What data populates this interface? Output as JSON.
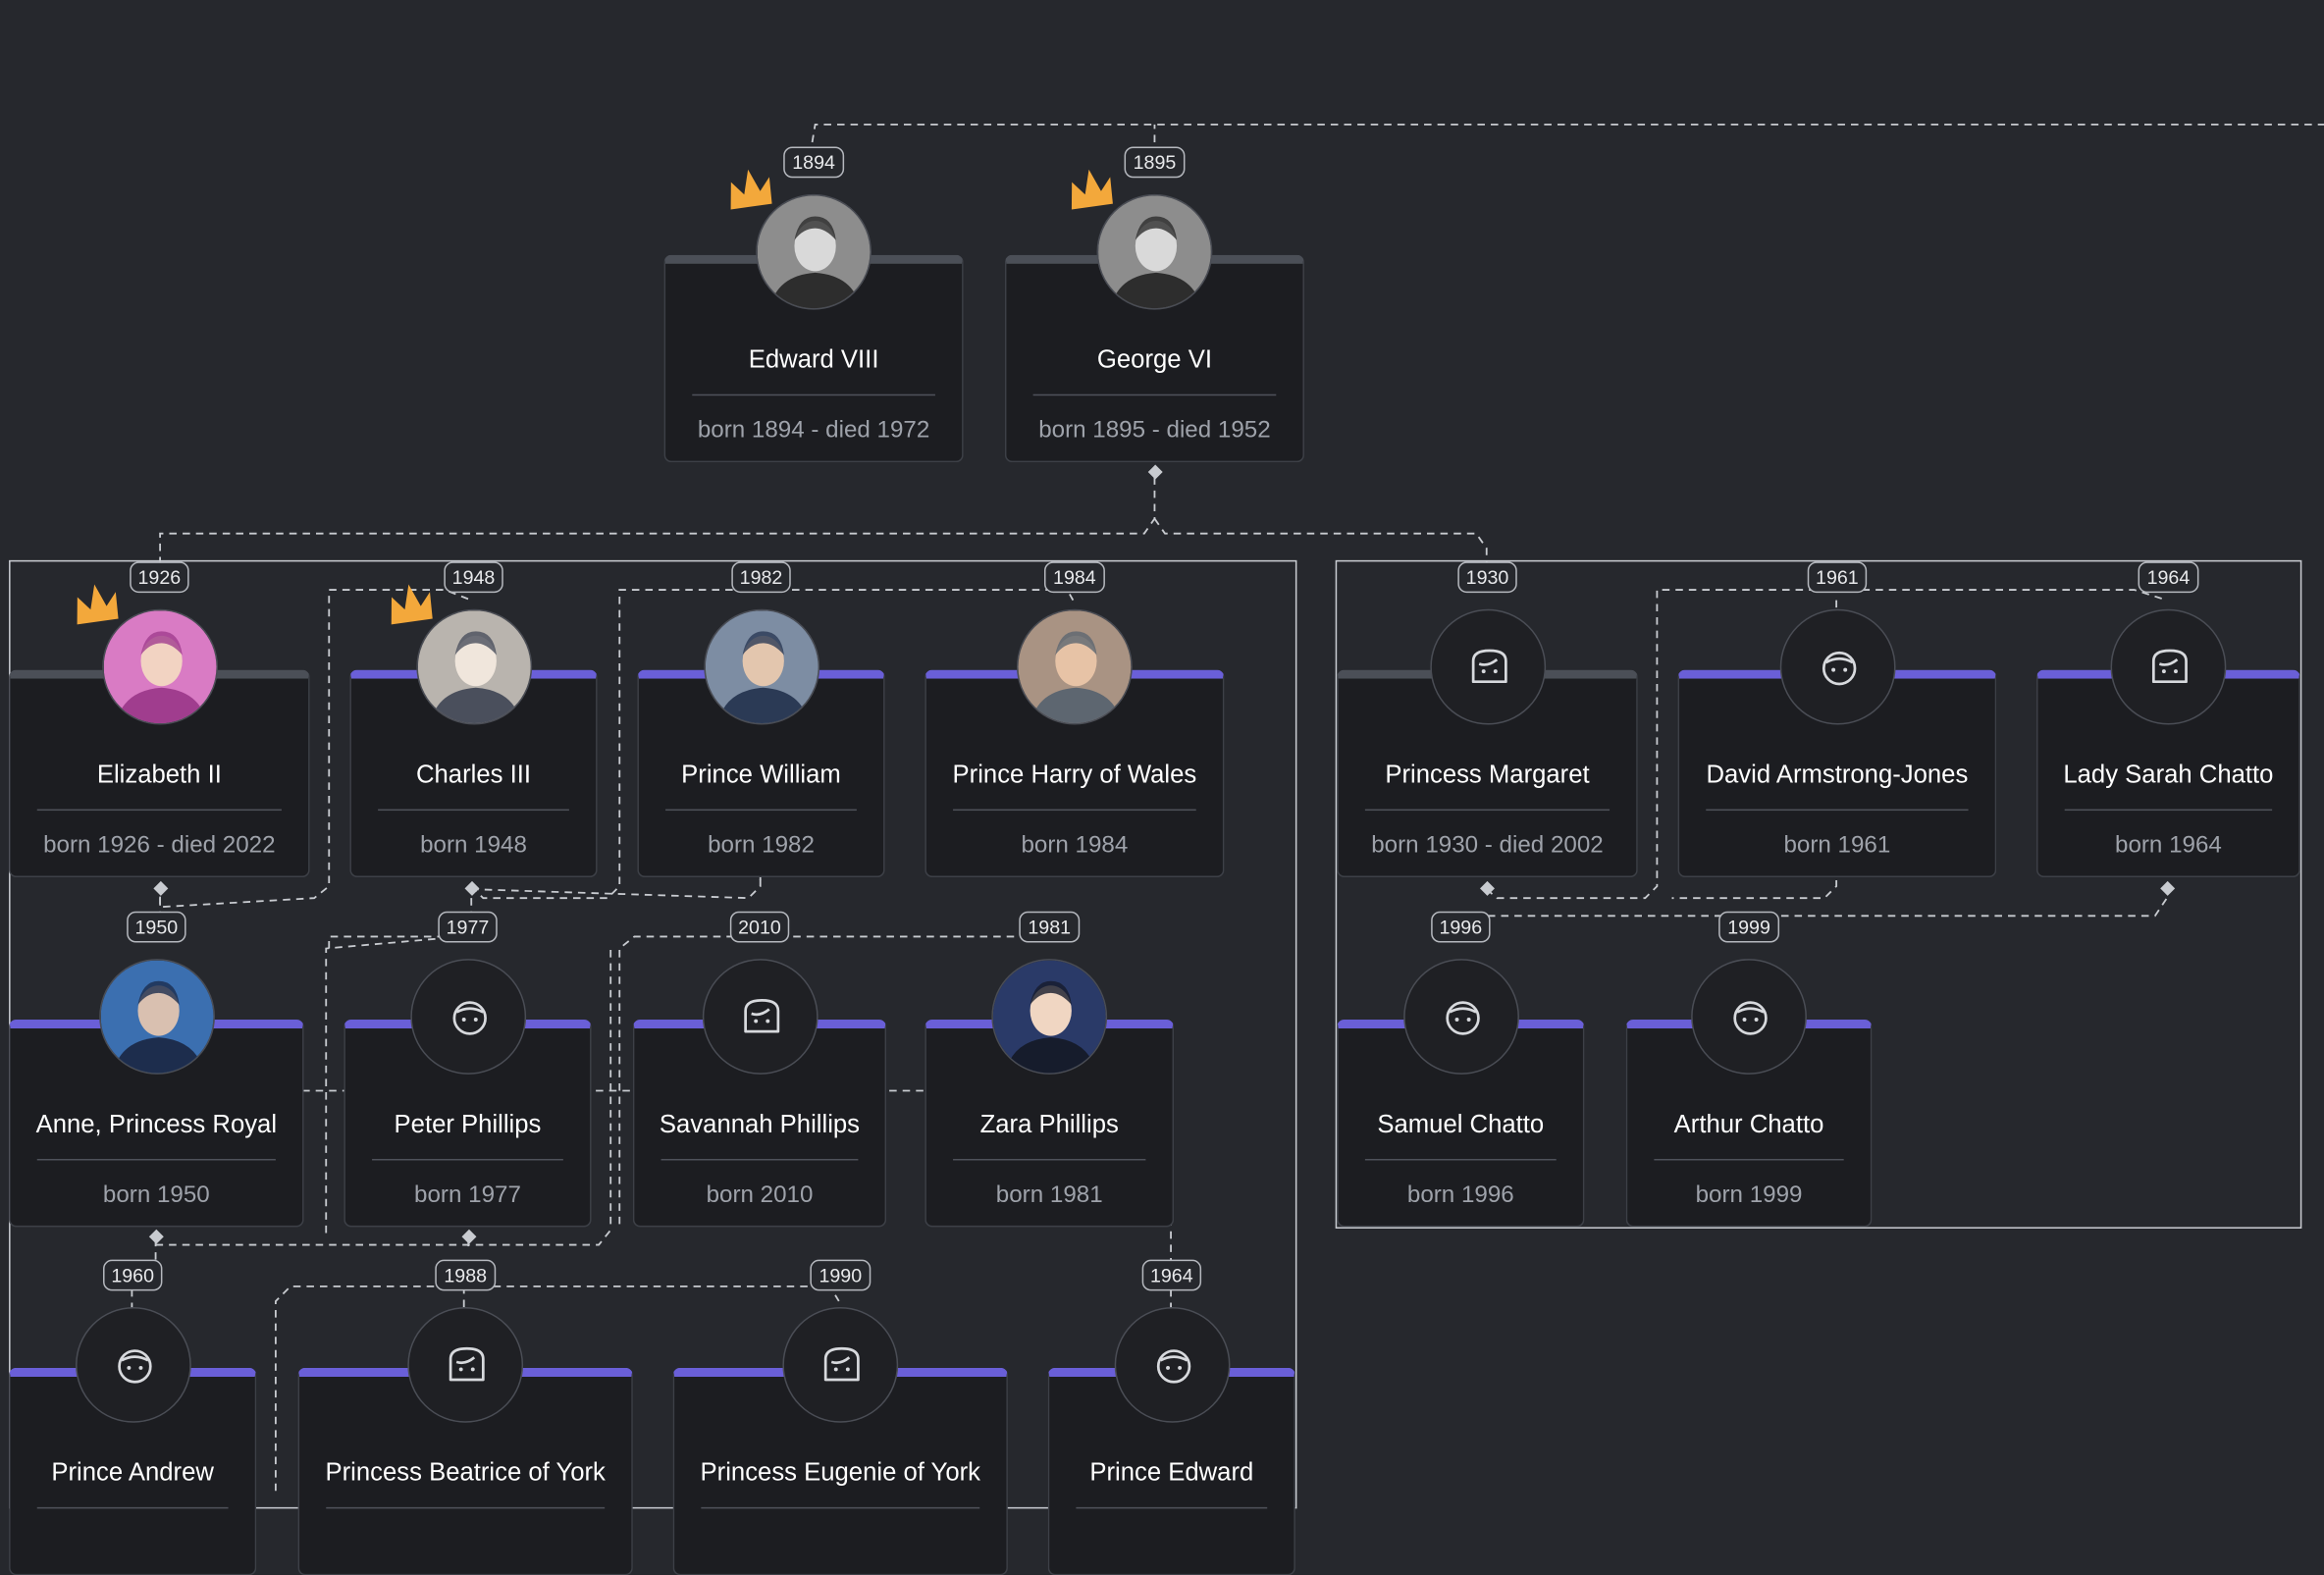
{
  "people": [
    {
      "id": "edward8",
      "name": "Edward VIII",
      "dates": "born 1894 - died 1972",
      "year": "1894",
      "crown": true,
      "avatar": "photo",
      "tone": "bw"
    },
    {
      "id": "george6",
      "name": "George VI",
      "dates": "born 1895 - died 1952",
      "year": "1895",
      "crown": true,
      "avatar": "photo",
      "tone": "bw"
    },
    {
      "id": "elizabeth2",
      "name": "Elizabeth II",
      "dates": "born 1926 - died 2022",
      "year": "1926",
      "crown": true,
      "avatar": "photo",
      "tone": "pink"
    },
    {
      "id": "charles3",
      "name": "Charles III",
      "dates": "born 1948",
      "year": "1948",
      "crown": true,
      "avatar": "photo",
      "tone": "grey"
    },
    {
      "id": "william",
      "name": "Prince William",
      "dates": "born 1982",
      "year": "1982",
      "crown": false,
      "avatar": "photo",
      "tone": "blue"
    },
    {
      "id": "harry",
      "name": "Prince Harry of Wales",
      "dates": "born 1984",
      "year": "1984",
      "crown": false,
      "avatar": "photo",
      "tone": "warm"
    },
    {
      "id": "margaret",
      "name": "Princess Margaret",
      "dates": "born 1930 - died 2002",
      "year": "1930",
      "crown": false,
      "avatar": "female-icon"
    },
    {
      "id": "david",
      "name": "David Armstrong-Jones",
      "dates": "born 1961",
      "year": "1961",
      "crown": false,
      "avatar": "male-icon"
    },
    {
      "id": "sarah",
      "name": "Lady Sarah Chatto",
      "dates": "born 1964",
      "year": "1964",
      "crown": false,
      "avatar": "female-icon"
    },
    {
      "id": "anne",
      "name": "Anne, Princess Royal",
      "dates": "born 1950",
      "year": "1950",
      "crown": false,
      "avatar": "photo",
      "tone": "navy"
    },
    {
      "id": "peter",
      "name": "Peter Phillips",
      "dates": "born 1977",
      "year": "1977",
      "crown": false,
      "avatar": "male-icon"
    },
    {
      "id": "savannah",
      "name": "Savannah Phillips",
      "dates": "born 2010",
      "year": "2010",
      "crown": false,
      "avatar": "female-icon"
    },
    {
      "id": "zara",
      "name": "Zara Phillips",
      "dates": "born 1981",
      "year": "1981",
      "crown": false,
      "avatar": "photo",
      "tone": "dark"
    },
    {
      "id": "samuel",
      "name": "Samuel Chatto",
      "dates": "born 1996",
      "year": "1996",
      "crown": false,
      "avatar": "male-icon"
    },
    {
      "id": "arthur",
      "name": "Arthur Chatto",
      "dates": "born 1999",
      "year": "1999",
      "crown": false,
      "avatar": "male-icon"
    },
    {
      "id": "andrew",
      "name": "Prince Andrew",
      "dates": "",
      "year": "1960",
      "crown": false,
      "avatar": "male-icon"
    },
    {
      "id": "beatrice",
      "name": "Princess Beatrice of York",
      "dates": "",
      "year": "1988",
      "crown": false,
      "avatar": "female-icon"
    },
    {
      "id": "eugenie",
      "name": "Princess Eugenie of York",
      "dates": "",
      "year": "1990",
      "crown": false,
      "avatar": "female-icon"
    },
    {
      "id": "edward",
      "name": "Prince Edward",
      "dates": "",
      "year": "1964",
      "crown": false,
      "avatar": "male-icon"
    }
  ],
  "colors": {
    "background": "#26282d",
    "card": "#1c1d21",
    "accent_child": "#6a5fd8",
    "accent_root": "#4b4f57",
    "crown": "#f3a83b",
    "connector": "#c8cbd0"
  }
}
